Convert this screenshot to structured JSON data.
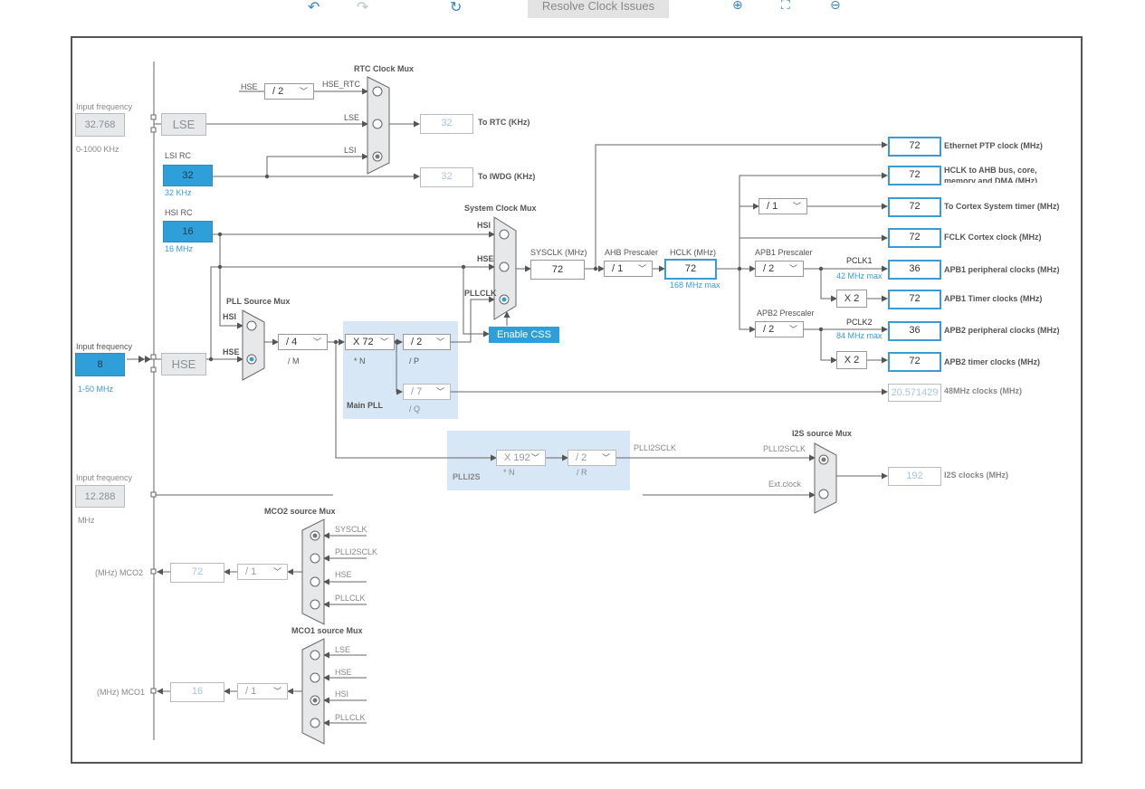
{
  "toolbar": {
    "undo_icon": "undo-icon",
    "redo_icon": "redo-icon",
    "reset_icon": "reset-icon",
    "resolve_label": "Resolve Clock Issues",
    "zoom_in_icon": "zoom-in-icon",
    "fit_icon": "fit-icon",
    "zoom_out_icon": "zoom-out-icon"
  },
  "sources": {
    "lse_input_label": "Input frequency",
    "lse_input_value": "32.768",
    "lse_range": "0-1000 KHz",
    "lse_box": "LSE",
    "lsi_label": "LSI RC",
    "lsi_value": "32",
    "lsi_freq": "32 KHz",
    "hsi_label": "HSI RC",
    "hsi_value": "16",
    "hsi_freq": "16 MHz",
    "hse_input_label": "Input frequency",
    "hse_input_value": "8",
    "hse_range": "1-50 MHz",
    "hse_box": "HSE",
    "ext_input_label": "Input frequency",
    "ext_input_value": "12.288",
    "ext_unit": "MHz"
  },
  "rtc": {
    "mux_title": "RTC Clock Mux",
    "hse_label": "HSE",
    "hse_div": "/ 2",
    "hse_rtc": "HSE_RTC",
    "lse_label": "LSE",
    "lsi_label": "LSI",
    "rtc_value": "32",
    "rtc_label": "To RTC (KHz)",
    "iwdg_value": "32",
    "iwdg_label": "To IWDG (KHz)"
  },
  "pll": {
    "source_mux_title": "PLL Source Mux",
    "hsi_label": "HSI",
    "hse_label": "HSE",
    "m_div": "/ 4",
    "m_label": "/ M",
    "n_mul": "X 72",
    "n_label": "* N",
    "p_div": "/ 2",
    "p_label": "/ P",
    "q_div": "/ 7",
    "q_label": "/ Q",
    "main_pll_label": "Main PLL"
  },
  "sysclk": {
    "mux_title": "System Clock Mux",
    "hsi_label": "HSI",
    "hse_label": "HSE",
    "pllclk_label": "PLLCLK",
    "enable_css": "Enable CSS",
    "sysclk_label": "SYSCLK (MHz)",
    "sysclk_value": "72",
    "ahb_label": "AHB Prescaler",
    "ahb_div": "/ 1",
    "hclk_label": "HCLK (MHz)",
    "hclk_value": "72",
    "hclk_max": "168 MHz max"
  },
  "apb": {
    "apb1_label": "APB1 Prescaler",
    "apb1_div": "/ 2",
    "pclk1_label": "PCLK1",
    "pclk1_max": "42 MHz max",
    "apb1_x2": "X 2",
    "apb2_label": "APB2 Prescaler",
    "apb2_div": "/ 2",
    "pclk2_label": "PCLK2",
    "pclk2_max": "84 MHz max",
    "apb2_x2": "X 2",
    "cortex_div": "/ 1"
  },
  "outputs": [
    {
      "value": "72",
      "label": "Ethernet PTP clock (MHz)"
    },
    {
      "value": "72",
      "label": "HCLK to AHB bus, core, memory and DMA (MHz)"
    },
    {
      "value": "72",
      "label": "To Cortex System timer (MHz)"
    },
    {
      "value": "72",
      "label": "FCLK Cortex clock (MHz)"
    },
    {
      "value": "36",
      "label": "APB1 peripheral clocks (MHz)"
    },
    {
      "value": "72",
      "label": "APB1 Timer clocks (MHz)"
    },
    {
      "value": "36",
      "label": "APB2 peripheral clocks (MHz)"
    },
    {
      "value": "72",
      "label": "APB2 timer clocks (MHz)"
    },
    {
      "value": "20.571429",
      "label": "48MHz clocks (MHz)"
    }
  ],
  "plli2s": {
    "label": "PLLI2S",
    "n_mul": "X 192",
    "n_label": "* N",
    "r_div": "/ 2",
    "r_label": "/ R",
    "out_label": "PLLI2SCLK",
    "mux_title": "I2S source Mux",
    "mux_in1": "PLLI2SCLK",
    "mux_in2": "Ext.clock",
    "i2s_value": "192",
    "i2s_label": "I2S clocks (MHz)"
  },
  "mco2": {
    "mux_title": "MCO2 source Mux",
    "in1": "SYSCLK",
    "in2": "PLLI2SCLK",
    "in3": "HSE",
    "in4": "PLLCLK",
    "div": "/ 1",
    "value": "72",
    "label": "(MHz) MCO2"
  },
  "mco1": {
    "mux_title": "MCO1 source Mux",
    "in1": "LSE",
    "in2": "HSE",
    "in3": "HSI",
    "in4": "PLLCLK",
    "div": "/ 1",
    "value": "16",
    "label": "(MHz) MCO1"
  }
}
